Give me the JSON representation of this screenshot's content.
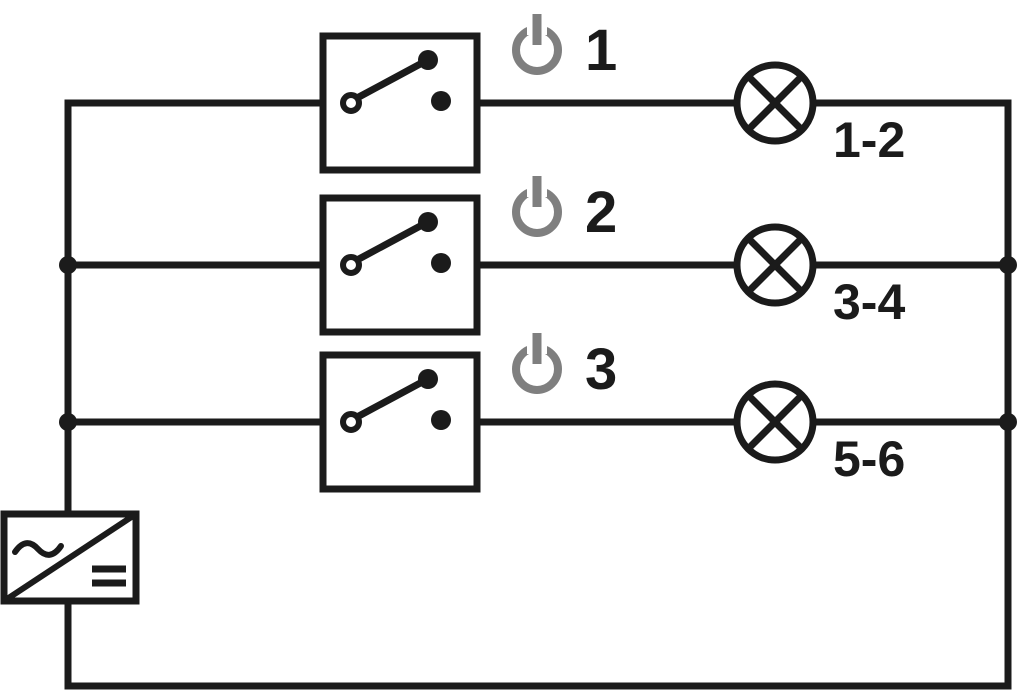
{
  "diagram": {
    "kind": "circuit-schematic",
    "branches": [
      {
        "switch_number": "1",
        "lamp_label": "1-2"
      },
      {
        "switch_number": "2",
        "lamp_label": "3-4"
      },
      {
        "switch_number": "3",
        "lamp_label": "5-6"
      }
    ],
    "power_supply": {
      "ac_icon": "~",
      "dc_icon": "="
    },
    "icons": {
      "channel_marker": "power-icon",
      "load": "lamp-crossed-circle-icon",
      "switch": "spst-switch-icon",
      "source": "ac-dc-converter-icon"
    },
    "colors": {
      "line": "#1b1b1b",
      "power_icon_gray": "#7f7f7f",
      "background": "#ffffff"
    }
  }
}
